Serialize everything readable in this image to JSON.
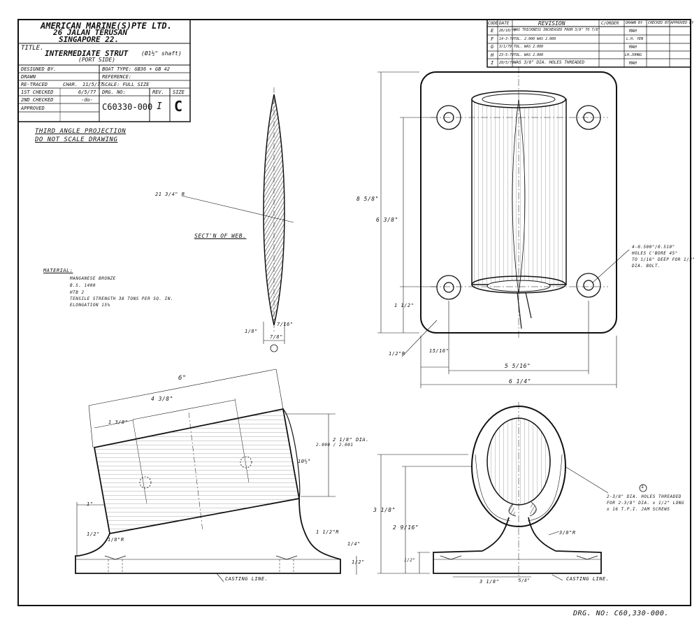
{
  "title_block": {
    "company_line1": "AMERICAN MARINE(S)PTE LTD.",
    "company_line2": "26 JALAN TERUSAN",
    "company_line3": "SINGAPORE 22.",
    "title_label": "TITLE.",
    "title_main": "INTERMEDIATE STRUT",
    "title_note": "(Ø1½\" shaft)",
    "title_sub": "(PORT SIDE)",
    "designed_label": "DESIGNED BY.",
    "drawn_label": "DRAWN",
    "retraced_label": "RE-TRACED",
    "retraced_value": "CHAR.",
    "retraced_date": "11/5/77",
    "first_checked_label": "1ST CHECKED",
    "first_checked_date": "6/5/77",
    "second_checked_label": "2ND CHECKED",
    "second_checked_date": "-do-",
    "approved_label": "APPROVED",
    "boat_type": "BOAT TYPE: GB36 + GB 42",
    "reference": "REFERENCE:",
    "scale": "SCALE: FULL SIZE",
    "drg_no_label": "DRG. NO:",
    "drg_no": "C60330-000",
    "rev_label": "REV.",
    "rev_value": "I",
    "size_label": "SIZE",
    "size_value": "C"
  },
  "revision_table": {
    "headers": [
      "CODE",
      "DATE",
      "REVISION",
      "C/ORDER",
      "DRAWN BY",
      "CHECKED BY",
      "APPROVED BY"
    ],
    "rows": [
      [
        "E",
        "26/10/77",
        "WAS THICKNESS INCREASED FROM 3/8\" TO 7/8\"",
        "",
        "MAH",
        "",
        ""
      ],
      [
        "F",
        "14-3-78",
        "TOL. 2.000 WAS 2.000",
        "",
        "L.H. YEN",
        "",
        ""
      ],
      [
        "G",
        "3/1/79",
        "TOL. WAS 2.000",
        "",
        "MAH",
        "",
        ""
      ],
      [
        "H",
        "23-5-79",
        "TOL. WAS 2.000",
        "",
        "LH.JOHNG",
        "",
        ""
      ],
      [
        "I",
        "29/5/79",
        "WAS 3/8\" DIA. HOLES THREADED",
        "",
        "MAH",
        "",
        ""
      ]
    ]
  },
  "notes": {
    "projection": "THIRD ANGLE PROJECTION",
    "do_not_scale": "DO NOT SCALE DRAWING",
    "section_label": "SECT'N OF WEB.",
    "material_title": "MATERIAL:",
    "material_lines": [
      "MANGANESE BRONZE",
      "B.S. 1400",
      "HTB 2",
      "TENSILE STRENGTH 38 TONS PER SQ. IN.",
      "ELONGATION 15%"
    ],
    "holes_note": [
      "4-0.500\"/0.510\"",
      "HOLES C'BORE 45°",
      "TO 1/16\" DEEP FOR 1/2\"",
      "DIA. BOLT."
    ],
    "threaded_note": [
      "2-3/8\" DIA. HOLES THREADED",
      "FOR 2-3/8\" DIA. x 1/2\" LONG",
      "x 16 T.P.I. JAM SCREWS"
    ],
    "casting_line_1": "CASTING LINE.",
    "casting_line_2": "CASTING LINE.",
    "footer_drg": "DRG. NO: C60,330-000."
  },
  "dimensions": {
    "radius_web": "21 3/4\" R",
    "web_thk": "7/16\"",
    "web_tip": "1/8\"",
    "web_bottom": "7/8\"",
    "overall_h": "8 5/8\"",
    "hole_h": "6 3/8\"",
    "base_h": "1 1/2\"",
    "corner_r": "1/2\"R",
    "hole_x": "15/16\"",
    "hole_pitch": "5 5/16\"",
    "overall_w": "6 1/4\"",
    "len_6": "6\"",
    "len_4": "4 3/8\"",
    "len_1": "1 3/8\"",
    "bore_dia": "2 1/8\" DIA.",
    "bore_tol": "2.000 / 2.001",
    "angle": "10½°",
    "len_1in": "1\"",
    "side_r": "1/2\"",
    "foot_r": "1/8\"R",
    "fillet_r": "1 1/2\"R",
    "base_thk": "1/2\"",
    "base_thk2": "1/4\"",
    "front_h1": "3 1/8\"",
    "front_h2": "2 9/16\"",
    "front_base": "1/2\"",
    "front_w": "3 1/8\"",
    "front_web": "5/8\"",
    "front_r": "3/8\"R",
    "rev_balloon": "I"
  },
  "colors": {
    "ink": "#111111",
    "paper": "#ffffff"
  }
}
